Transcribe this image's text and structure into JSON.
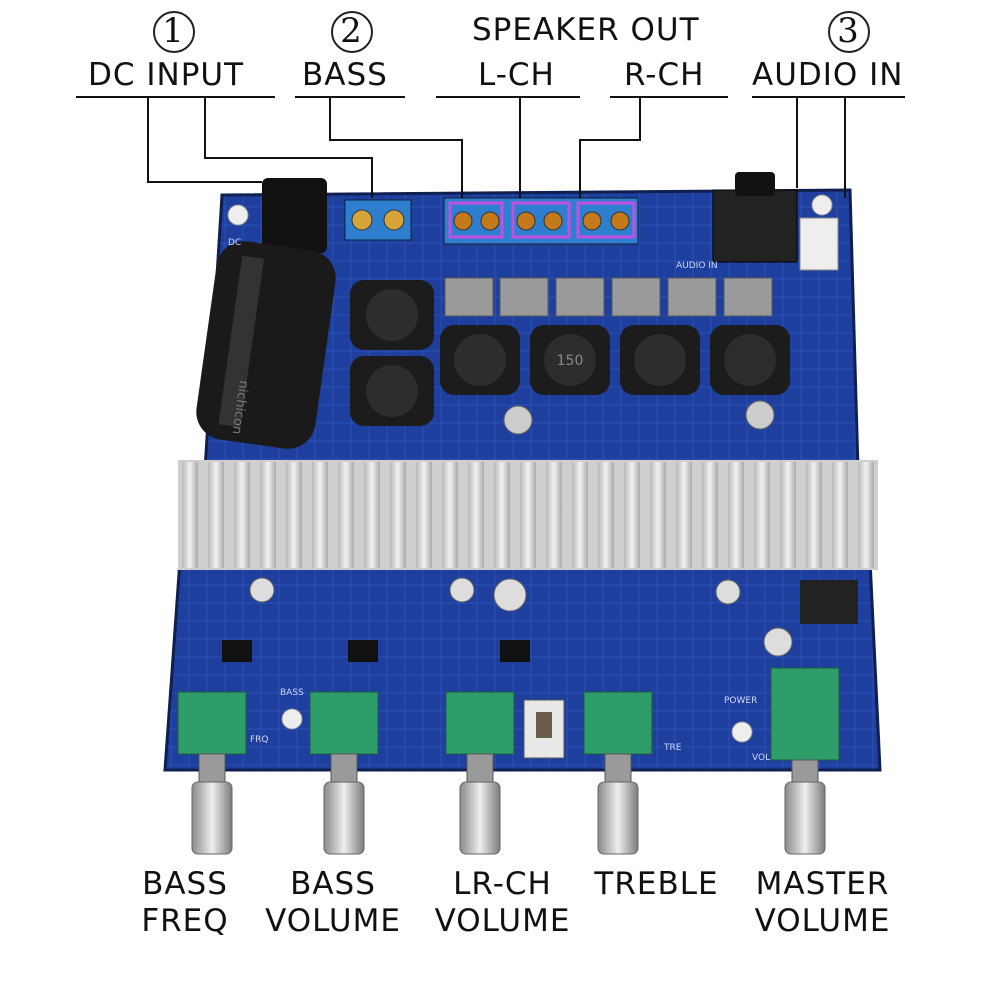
{
  "callouts": {
    "dc_input": {
      "number": "1",
      "label": "DC  INPUT"
    },
    "bass": {
      "number": "2",
      "label": "BASS"
    },
    "speaker_out": {
      "title": "SPEAKER OUT",
      "left": "L-CH",
      "right": "R-CH"
    },
    "audio_in": {
      "number": "3",
      "label": "AUDIO IN"
    }
  },
  "controls": [
    {
      "line1": "BASS",
      "line2": "FREQ"
    },
    {
      "line1": "BASS",
      "line2": "VOLUME"
    },
    {
      "line1": "LR-CH",
      "line2": "VOLUME"
    },
    {
      "line1": "TREBLE",
      "line2": ""
    },
    {
      "line1": "MASTER",
      "line2": "VOLUME"
    }
  ],
  "board_markings": {
    "dc": "DC",
    "audio_in": "AUDIO IN",
    "bass": "BASS",
    "power": "POWER",
    "freq": "FRQ",
    "treble": "TRE",
    "inductor": "150",
    "vol": "VOL",
    "capacitor_brand": "nichicon"
  },
  "colors": {
    "pcb": "#1f3f9e",
    "pcb_dark": "#13286b",
    "heatsink": "#d9d9d9",
    "terminal": "#2f7fd0",
    "pot": "#2f9d6a",
    "highlight": "#c050e0"
  }
}
